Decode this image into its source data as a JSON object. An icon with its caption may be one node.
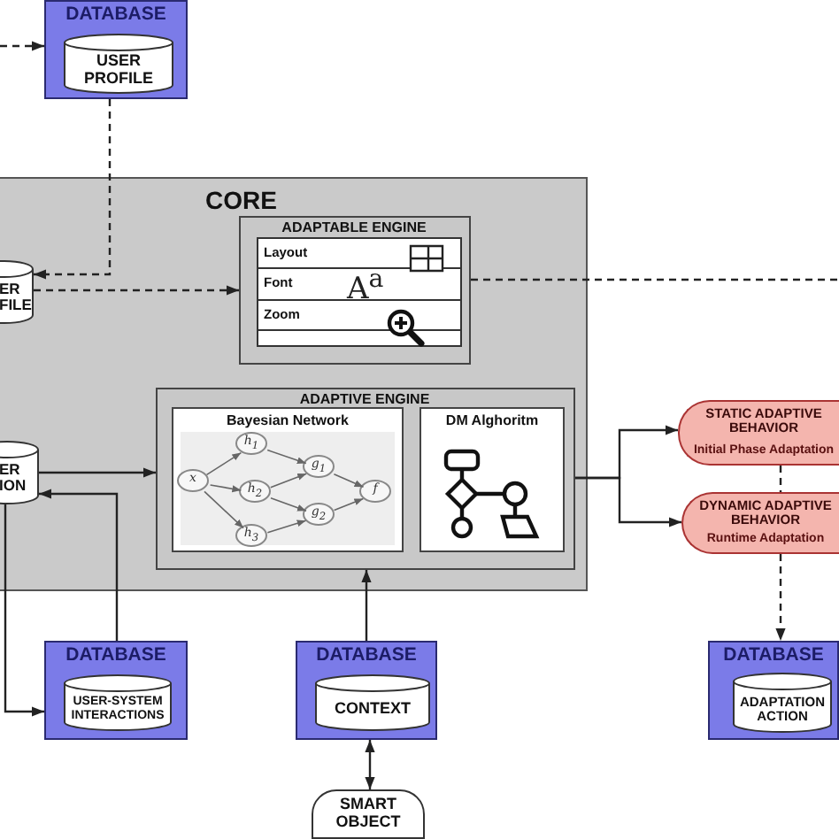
{
  "diagram": {
    "nodes": [
      {
        "text": [
          "DATABASE"
        ]
      },
      {
        "text": [
          "USER PROFILE"
        ],
        "in": 0
      },
      {
        "text": [
          "CORE"
        ]
      },
      {
        "text": [
          "ER FILE"
        ],
        "in": 2
      },
      {
        "text": [
          "ADAPTABLE ENGINE"
        ],
        "in": 2
      },
      {
        "text": [
          "Layout",
          "Font",
          "Zoom"
        ],
        "in": 4
      },
      {
        "text": [
          "ADAPTIVE ENGINE"
        ],
        "in": 2
      },
      {
        "text": [
          "Bayesian Network"
        ],
        "in": 6
      },
      {
        "text": [
          "x"
        ],
        "in": 7
      },
      {
        "text": [
          "h$_{1}$"
        ],
        "in": 7
      },
      {
        "text": [
          "h$_{2}$"
        ],
        "in": 7
      },
      {
        "text": [
          "h$_{3}$"
        ],
        "in": 7
      },
      {
        "text": [
          "g$_{1}$"
        ],
        "in": 7
      },
      {
        "text": [
          "g$_{2}$"
        ],
        "in": 7
      },
      {
        "text": [
          "f"
        ],
        "in": 7
      },
      {
        "text": [
          "DM Alghoritm"
        ],
        "in": 6
      },
      {
        "text": [
          "ER ION"
        ],
        "in": 2
      },
      {
        "text": [
          "STATIC ADAPTIVE BEHAVIOR",
          "Initial Phase Adaptation"
        ]
      },
      {
        "text": [
          "DYNAMIC ADAPTIVE BEHAVIOR",
          "Runtime Adaptation"
        ]
      },
      {
        "text": [
          "DATABASE"
        ]
      },
      {
        "text": [
          "USER-SYSTEM INTERACTIONS"
        ],
        "in": 19
      },
      {
        "text": [
          "DATABASE"
        ]
      },
      {
        "text": [
          "CONTEXT"
        ],
        "in": 21
      },
      {
        "text": [
          "DATABASE"
        ]
      },
      {
        "text": [
          "ADAPTATION ACTION"
        ],
        "in": 23
      },
      {
        "text": [
          "SMART OBJECT"
        ]
      }
    ],
    "edges": [
      {
        "from": null,
        "to": 0,
        "arrow": "to",
        "style": "dashed"
      },
      {
        "from": 0,
        "to": 3,
        "arrow": "to",
        "style": "dashed"
      },
      {
        "from": 3,
        "to": 4,
        "arrow": "to",
        "style": "dashed"
      },
      {
        "from": 4,
        "to": null,
        "arrow": "none",
        "style": "dashed"
      },
      {
        "from": 16,
        "to": 6,
        "arrow": "to"
      },
      {
        "from": 19,
        "to": 16,
        "arrow": "to"
      },
      {
        "from": 16,
        "to": 19,
        "arrow": "to"
      },
      {
        "from": 21,
        "to": 6,
        "arrow": "to"
      },
      {
        "from": 21,
        "to": 25,
        "arrow": "both"
      },
      {
        "from": 6,
        "to": 17,
        "arrow": "to"
      },
      {
        "from": 6,
        "to": 18,
        "arrow": "to"
      },
      {
        "from": 17,
        "to": 18,
        "arrow": "none",
        "style": "dashed"
      },
      {
        "from": 18,
        "to": 23,
        "arrow": "to",
        "style": "dashed"
      },
      {
        "from": 8,
        "to": 9,
        "arrow": "to"
      },
      {
        "from": 8,
        "to": 10,
        "arrow": "to"
      },
      {
        "from": 8,
        "to": 11,
        "arrow": "to"
      },
      {
        "from": 9,
        "to": 12,
        "arrow": "to"
      },
      {
        "from": 10,
        "to": 12,
        "arrow": "to"
      },
      {
        "from": 10,
        "to": 13,
        "arrow": "to"
      },
      {
        "from": 11,
        "to": 13,
        "arrow": "to"
      },
      {
        "from": 12,
        "to": 14,
        "arrow": "to"
      },
      {
        "from": 13,
        "to": 14,
        "arrow": "to"
      }
    ],
    "labels": [
      "A$^{a}$"
    ]
  }
}
